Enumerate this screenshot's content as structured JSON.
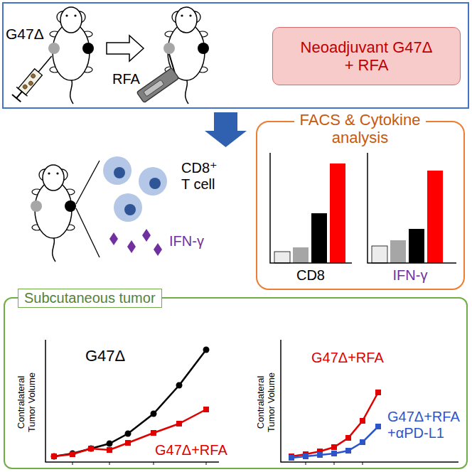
{
  "diagram": {
    "nodes": [
      {
        "text": [
          "G47Δ",
          "RFA"
        ]
      },
      {
        "text": [
          "Neoadjuvant G47Δ + RFA"
        ],
        "in": 0
      },
      {
        "text": [
          "FACS & Cytokine analysis",
          "CD8",
          "IFN-γ"
        ]
      },
      {
        "text": [
          "Subcutaneous tumor",
          "Contralateral Tumor Volume",
          "G47Δ",
          "G47Δ+RFA",
          "Contralateral Tumor Volume",
          "G47Δ+RFA",
          "G47Δ+RFA +αPD-L1"
        ]
      }
    ],
    "labels": [
      "CD8⁺ T cell",
      "IFN-γ"
    ]
  }
}
